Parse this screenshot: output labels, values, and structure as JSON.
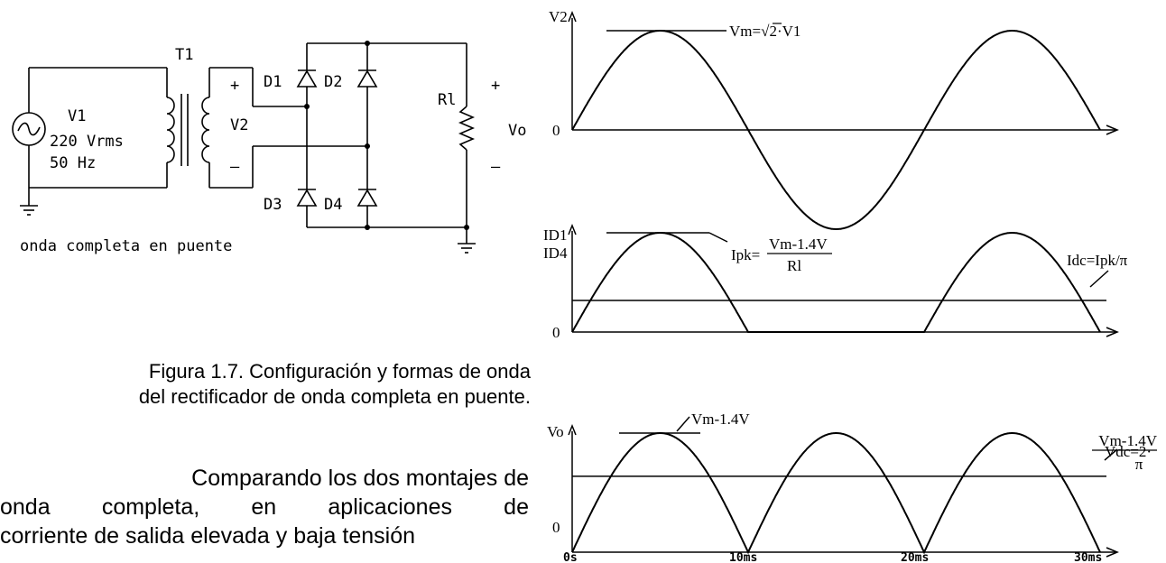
{
  "circuit": {
    "transformer": "T1",
    "source": {
      "name": "V1",
      "voltage": "220 Vrms",
      "frequency": "50 Hz"
    },
    "secondary": "V2",
    "plus": "+",
    "minus": "–",
    "diodes": {
      "d1": "D1",
      "d2": "D2",
      "d3": "D3",
      "d4": "D4"
    },
    "load": "Rl",
    "output": "Vo",
    "label": "onda completa en puente"
  },
  "caption": {
    "line1": "Figura 1.7. Configuración y formas de onda",
    "line2": "del rectificador de onda completa en puente."
  },
  "paragraph": {
    "line1": "Comparando los dos montajes de",
    "line2_words": [
      "onda",
      "completa,",
      "en",
      "aplicaciones",
      "de"
    ],
    "line3": "corriente de salida elevada y baja tensión"
  },
  "chart_data": [
    {
      "type": "line",
      "ylabel": "V2",
      "zero_label": "0",
      "waveform": "sine",
      "x": [
        0,
        5,
        10,
        15,
        20,
        25,
        30
      ],
      "x_unit": "ms",
      "values": [
        0,
        1,
        0,
        -1,
        0,
        1,
        0
      ],
      "annotation": {
        "text_left": "Vm=",
        "sqrt_arg": "2",
        "text_right": "·V1"
      }
    },
    {
      "type": "line",
      "ylabel": [
        "ID1",
        "ID4"
      ],
      "zero_label": "0",
      "waveform": "half-wave",
      "x": [
        0,
        5,
        10,
        15,
        20,
        25,
        30
      ],
      "x_unit": "ms",
      "values": [
        0,
        1,
        0,
        0,
        0,
        1,
        0
      ],
      "dc_fraction": 0.318,
      "annotations": {
        "peak_prefix": "Ipk=",
        "peak_numerator": "Vm-1.4V",
        "peak_denominator": "Rl",
        "dc": "Idc=Ipk/π"
      }
    },
    {
      "type": "line",
      "ylabel": "Vo",
      "zero_label": "0",
      "waveform": "full-wave",
      "x": [
        0,
        5,
        10,
        15,
        20,
        25,
        30
      ],
      "x_unit": "ms",
      "values": [
        0,
        1,
        0,
        1,
        0,
        1,
        0
      ],
      "dc_fraction": 0.637,
      "x_ticks": [
        "0s",
        "10ms",
        "20ms",
        "30ms"
      ],
      "annotations": {
        "peak": "Vm-1.4V",
        "dc_prefix": "Vdc=2·",
        "dc_numerator": "Vm-1.4V",
        "dc_denominator": "π"
      }
    }
  ]
}
